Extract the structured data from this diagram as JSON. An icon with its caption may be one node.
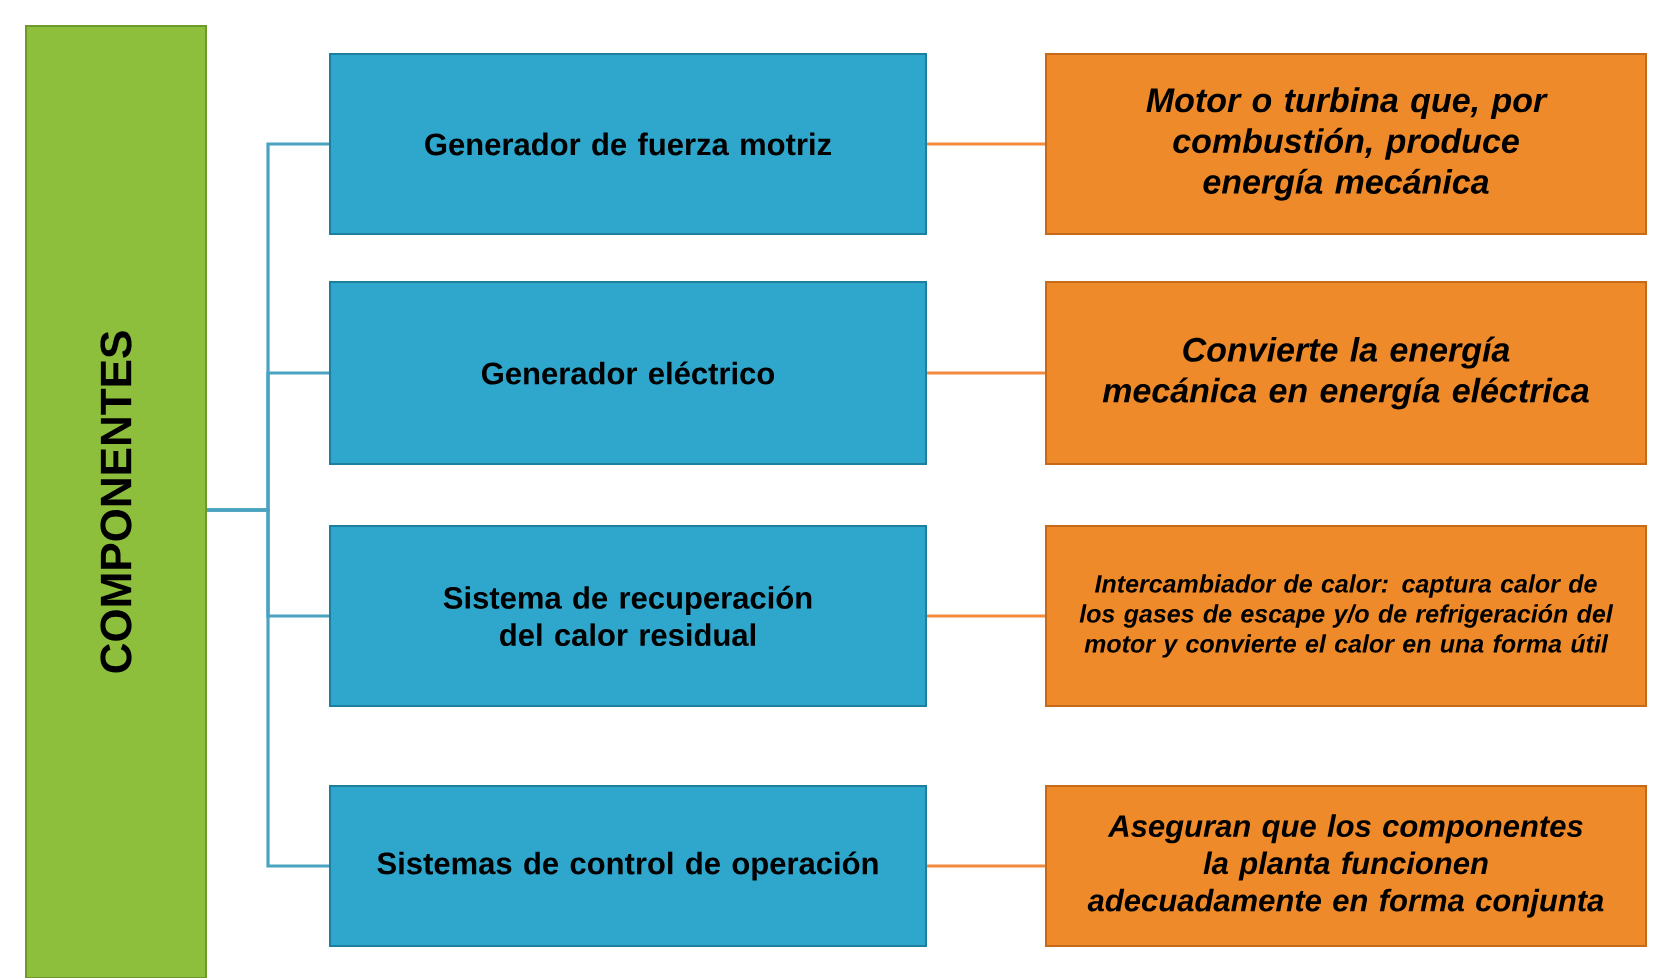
{
  "diagram": {
    "nodes": [
      {
        "text": [
          "COMPONENTES"
        ]
      },
      {
        "text": [
          "Generador de fuerza motriz"
        ]
      },
      {
        "text": [
          "Motor o turbina que, por combustión, produce energía mecánica"
        ]
      },
      {
        "text": [
          "Generador eléctrico"
        ]
      },
      {
        "text": [
          "Convierte la energía mecánica en energía eléctrica"
        ]
      },
      {
        "text": [
          "Sistema de recuperación del calor residual"
        ]
      },
      {
        "text": [
          "Intercambiador de calor: captura calor de los gases de escape y/o de refrigeración del motor y convierte el calor en una forma útil"
        ]
      },
      {
        "text": [
          "Sistemas de control de operación"
        ]
      },
      {
        "text": [
          "Aseguran que los componentes la planta funcionen adecuadamente en forma conjunta"
        ]
      }
    ],
    "edges": [
      {
        "from": 0,
        "to": 1,
        "arrow": "none",
        "color": "#4aa3c0"
      },
      {
        "from": 0,
        "to": 3,
        "arrow": "none",
        "color": "#4aa3c0"
      },
      {
        "from": 0,
        "to": 5,
        "arrow": "none",
        "color": "#4aa3c0"
      },
      {
        "from": 0,
        "to": 7,
        "arrow": "none",
        "color": "#4aa3c0"
      },
      {
        "from": 1,
        "to": 2,
        "arrow": "none",
        "color": "#f08a3c"
      },
      {
        "from": 3,
        "to": 4,
        "arrow": "none",
        "color": "#f08a3c"
      },
      {
        "from": 5,
        "to": 6,
        "arrow": "none",
        "color": "#f08a3c"
      },
      {
        "from": 7,
        "to": 8,
        "arrow": "none",
        "color": "#f08a3c"
      }
    ]
  }
}
